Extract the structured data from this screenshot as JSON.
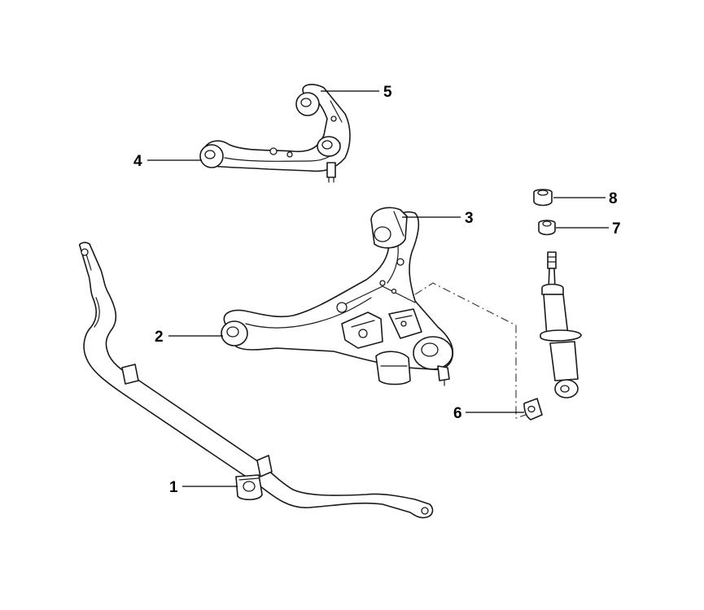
{
  "callouts": [
    {
      "number": "1"
    },
    {
      "number": "2"
    },
    {
      "number": "3"
    },
    {
      "number": "4"
    },
    {
      "number": "5"
    },
    {
      "number": "6"
    },
    {
      "number": "7"
    },
    {
      "number": "8"
    }
  ],
  "colors": {
    "line": "#1a1a1a",
    "background": "#ffffff"
  }
}
